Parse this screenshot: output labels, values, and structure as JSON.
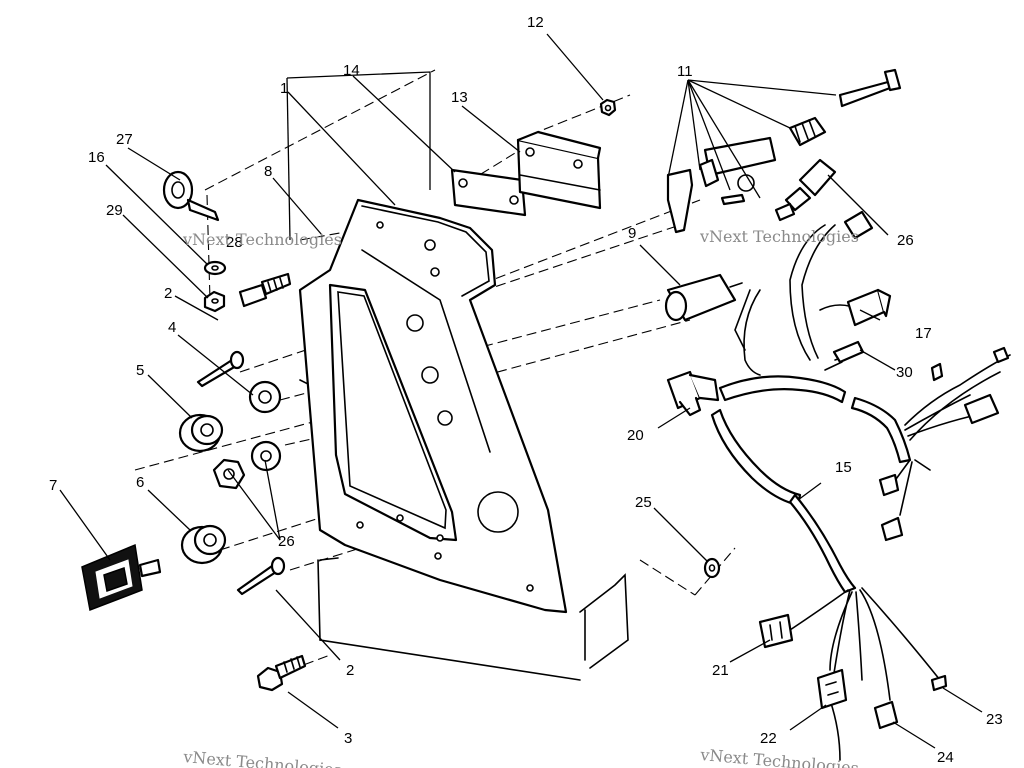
{
  "callouts": {
    "c1": "1",
    "c2a": "2",
    "c2b": "2",
    "c3": "3",
    "c4": "4",
    "c5": "5",
    "c6": "6",
    "c7": "7",
    "c8": "8",
    "c9": "9",
    "c11": "11",
    "c12": "12",
    "c13": "13",
    "c14": "14",
    "c15": "15",
    "c16": "16",
    "c17": "17",
    "c20": "20",
    "c21": "21",
    "c22": "22",
    "c23": "23",
    "c24": "24",
    "c25": "25",
    "c26a": "26",
    "c26b": "26",
    "c27": "27",
    "c28": "28",
    "c29": "29",
    "c30": "30"
  },
  "watermarks": {
    "a": "vNext Technologies",
    "b": "vNext Technologies",
    "c": "vNext Technologies",
    "d": "vNext Technologies"
  }
}
